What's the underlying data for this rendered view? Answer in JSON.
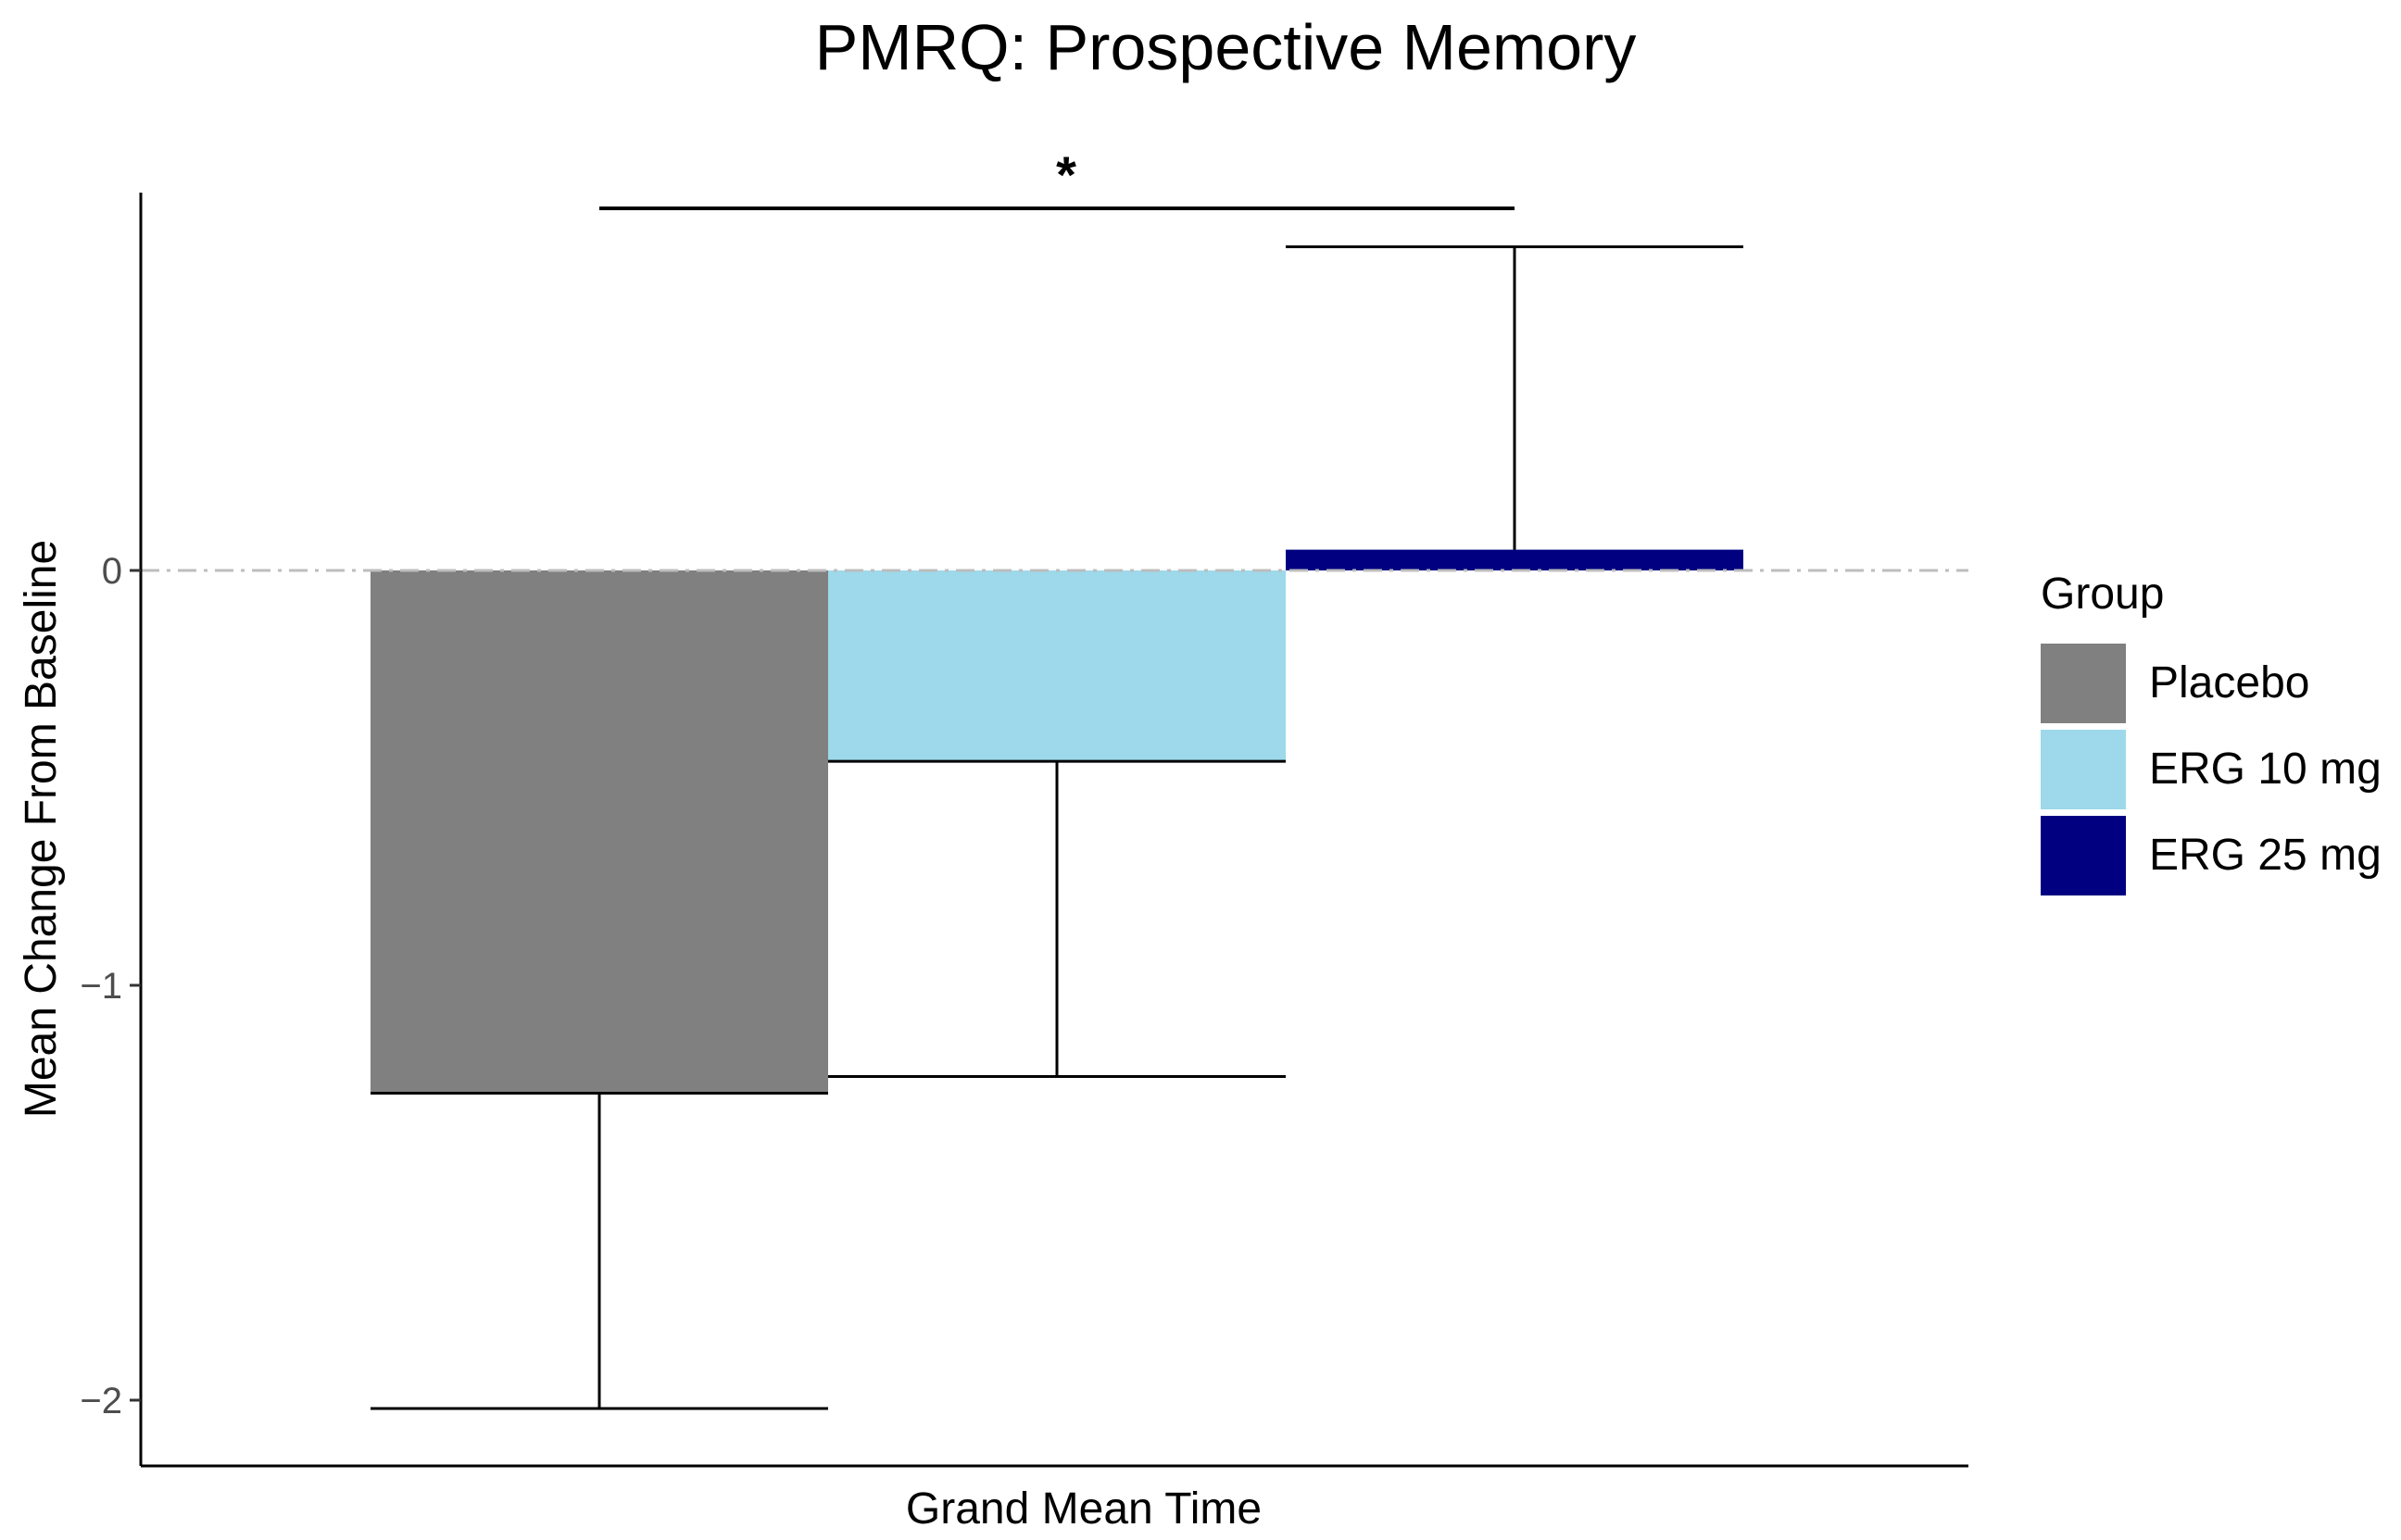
{
  "chart_data": {
    "type": "bar",
    "title": "PMRQ: Prospective Memory",
    "xlabel": "Grand Mean Time",
    "ylabel": "Mean Change From Baseline",
    "categories": [
      "Grand Mean Time"
    ],
    "series": [
      {
        "name": "Placebo",
        "value": -1.26,
        "error_low": -2.02,
        "error_high": null,
        "color": "#808080"
      },
      {
        "name": "ERG 10 mg",
        "value": -0.46,
        "error_low": -1.22,
        "error_high": null,
        "color": "#9dd9ea"
      },
      {
        "name": "ERG 25 mg",
        "value": 0.05,
        "error_low": null,
        "error_high": 0.78,
        "color": "#000080"
      }
    ],
    "ylim": [
      -2.15,
      0.9
    ],
    "yticks": [
      {
        "value": 0,
        "label": "0"
      },
      {
        "value": -1,
        "label": "−1"
      },
      {
        "value": -2,
        "label": "−2"
      }
    ],
    "reference_line": {
      "value": 0,
      "style": "dash-dot",
      "color": "#bdbdbd"
    },
    "significance": {
      "between": [
        "Placebo",
        "ERG 25 mg"
      ],
      "label": "*"
    },
    "legend": {
      "title": "Group",
      "position": "right"
    },
    "grid": false
  }
}
